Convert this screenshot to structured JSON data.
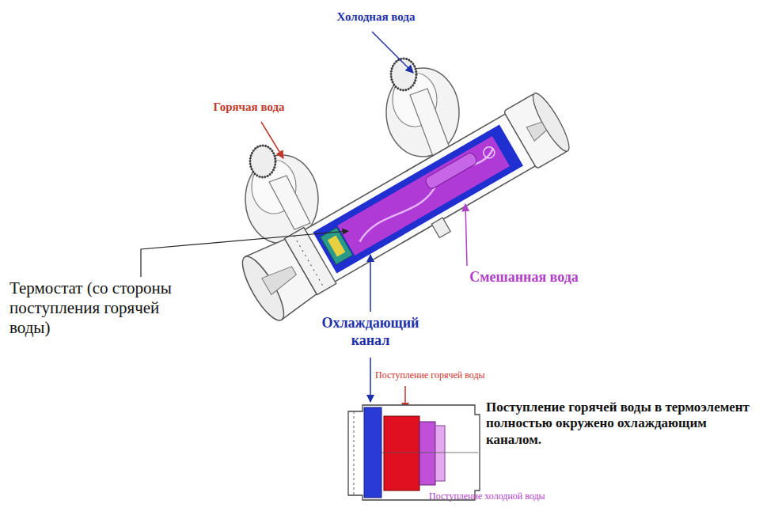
{
  "diagram": {
    "labels": [
      "Холодная вода",
      "Горячая вода",
      "Термостат (со стороны поступления горячей воды)",
      "Смешанная вода",
      "Охлаждающий канал",
      "Поступление горячей воды",
      "Поступление горячей воды в термоэлемент полностью окружено охлаждающим каналом.",
      "Поступление холодной воды"
    ]
  }
}
